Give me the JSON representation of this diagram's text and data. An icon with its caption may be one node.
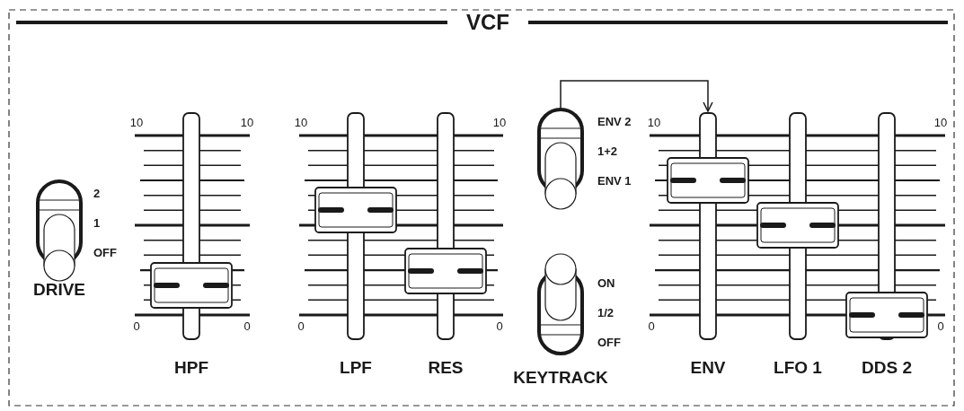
{
  "diagram": {
    "title": "VCF",
    "nodes": [
      {
        "text": [
          "DRIVE"
        ],
        "beside": [
          "2",
          "1",
          "OFF"
        ]
      },
      {
        "text": [
          "HPF"
        ]
      },
      {
        "text": [
          "LPF"
        ]
      },
      {
        "text": [
          "RES"
        ]
      },
      {
        "text": [],
        "shape": "switch",
        "beside": [
          "ENV 2",
          "1+2",
          "ENV 1"
        ]
      },
      {
        "text": [
          "KEYTRACK"
        ],
        "beside": [
          "ON",
          "1/2",
          "OFF"
        ]
      },
      {
        "text": [
          "ENV"
        ]
      },
      {
        "text": [
          "LFO 1"
        ]
      },
      {
        "text": [
          "DDS 2"
        ]
      }
    ],
    "edges": [
      {
        "from": 4,
        "to": 6,
        "arrow": "to"
      }
    ],
    "labels": [
      "10",
      "10",
      "0",
      "0",
      "10",
      "10",
      "0",
      "0",
      "10",
      "10",
      "0",
      "0"
    ]
  }
}
